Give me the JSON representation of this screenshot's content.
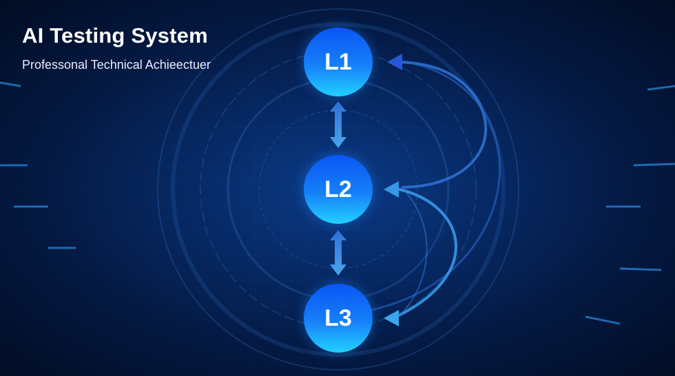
{
  "header": {
    "title": "AI Testing System",
    "subtitle": "Professonal Technical Achieectuer"
  },
  "nodes": [
    {
      "label": "L1"
    },
    {
      "label": "L2"
    },
    {
      "label": "L3"
    }
  ],
  "colors": {
    "node_top": "#0a55f5",
    "node_bottom": "#22d0ff",
    "arrow": "#3a8fe0",
    "background": "#041a44"
  }
}
